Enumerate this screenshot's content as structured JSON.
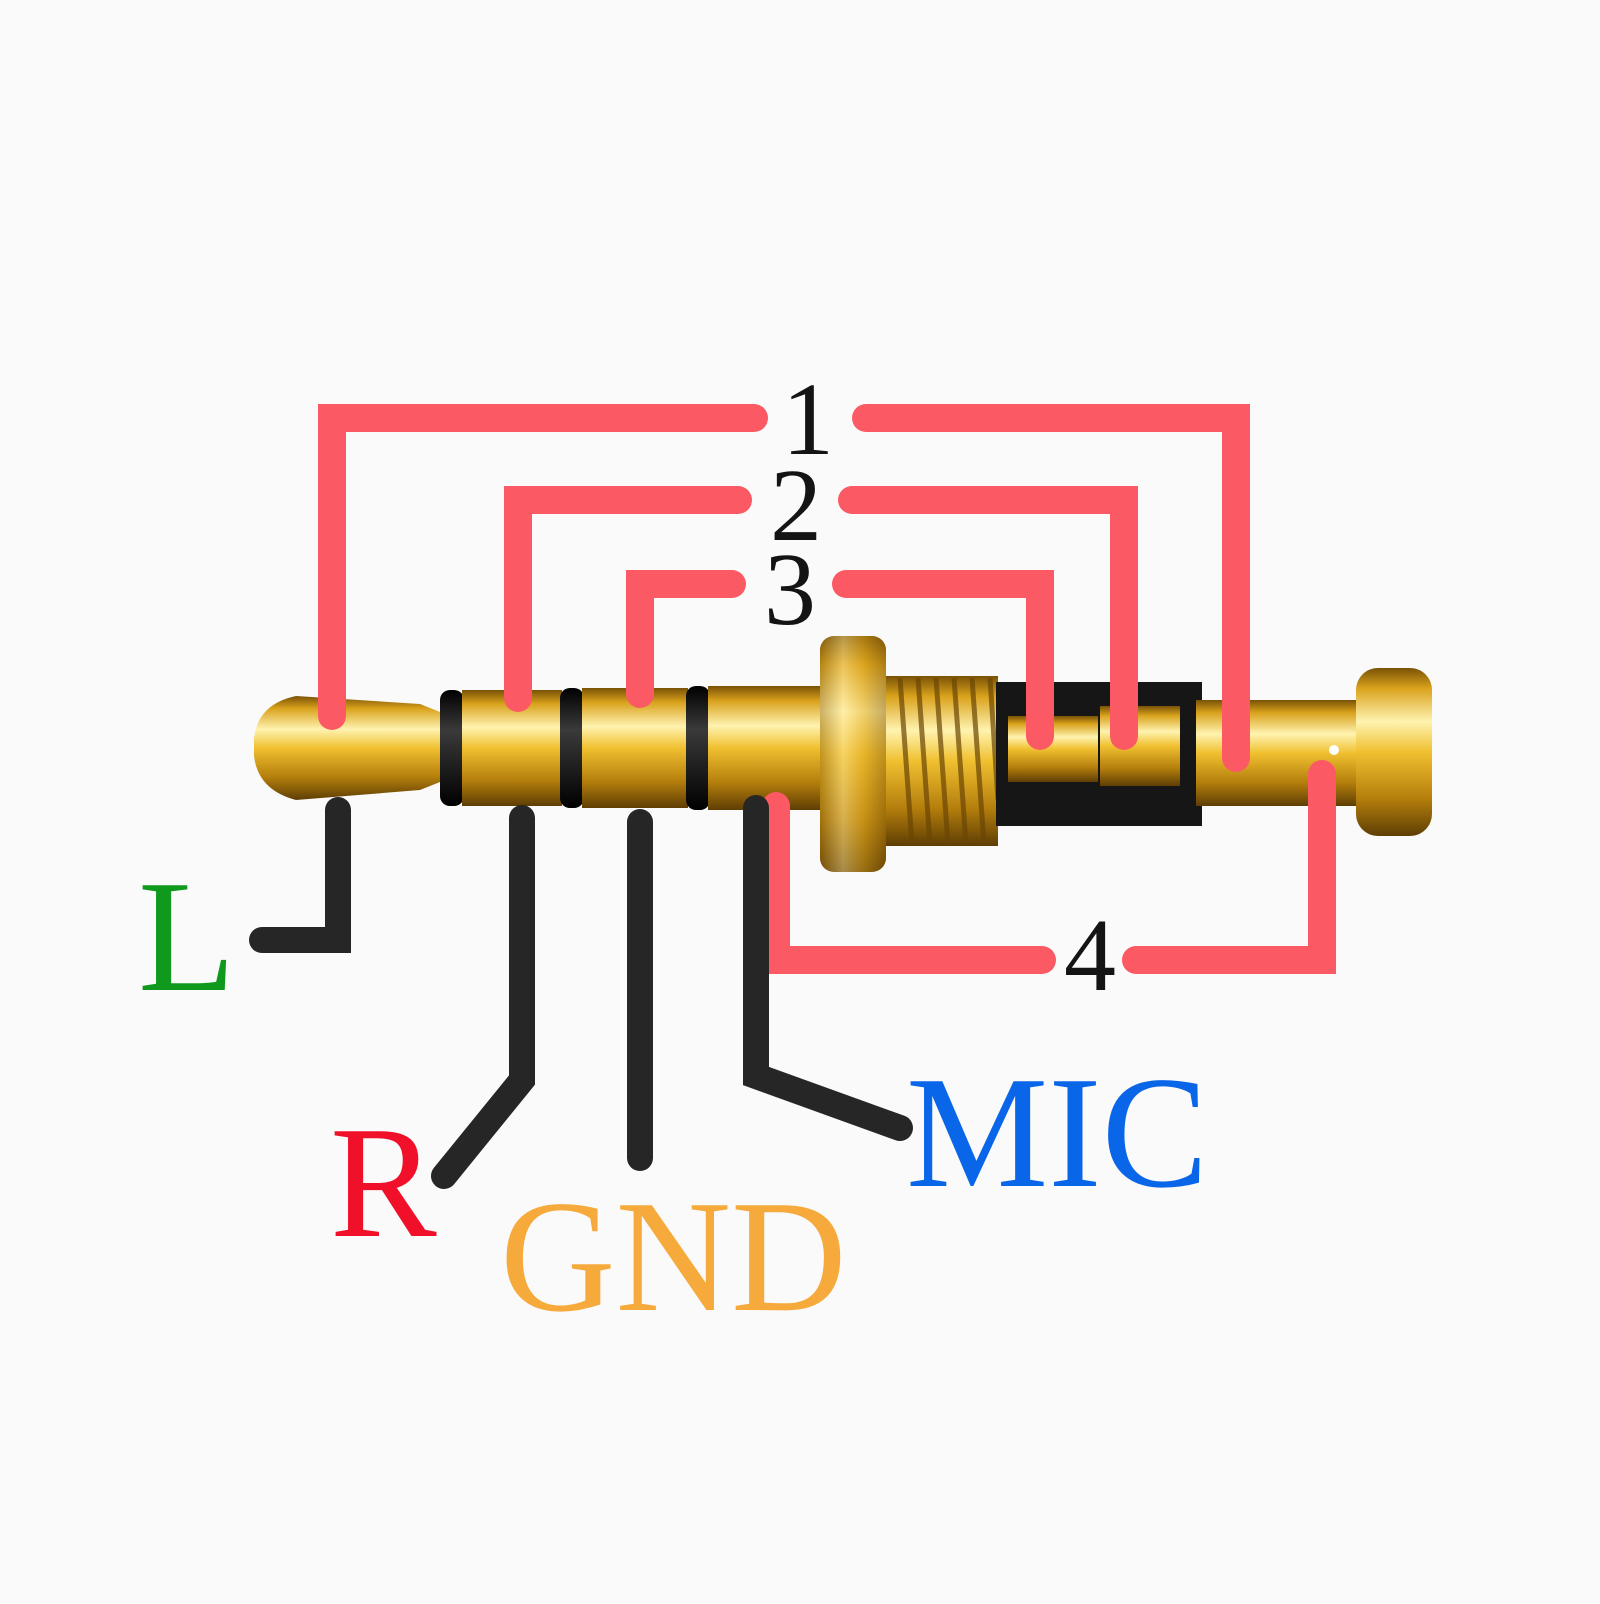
{
  "colors": {
    "background": "#fafafa",
    "bracket": "#fb5a64",
    "lead": "#262626",
    "gold": "#e6b020",
    "insulator": "#141414",
    "number_text": "#141414"
  },
  "contacts": [
    {
      "number": "1"
    },
    {
      "number": "2"
    },
    {
      "number": "3"
    },
    {
      "number": "4"
    }
  ],
  "signals": [
    {
      "label": "L",
      "color": "#0f9a1e"
    },
    {
      "label": "R",
      "color": "#f0102a"
    },
    {
      "label": "GND",
      "color": "#f6aa3c"
    },
    {
      "label": "MIC",
      "color": "#0a66e8"
    }
  ]
}
